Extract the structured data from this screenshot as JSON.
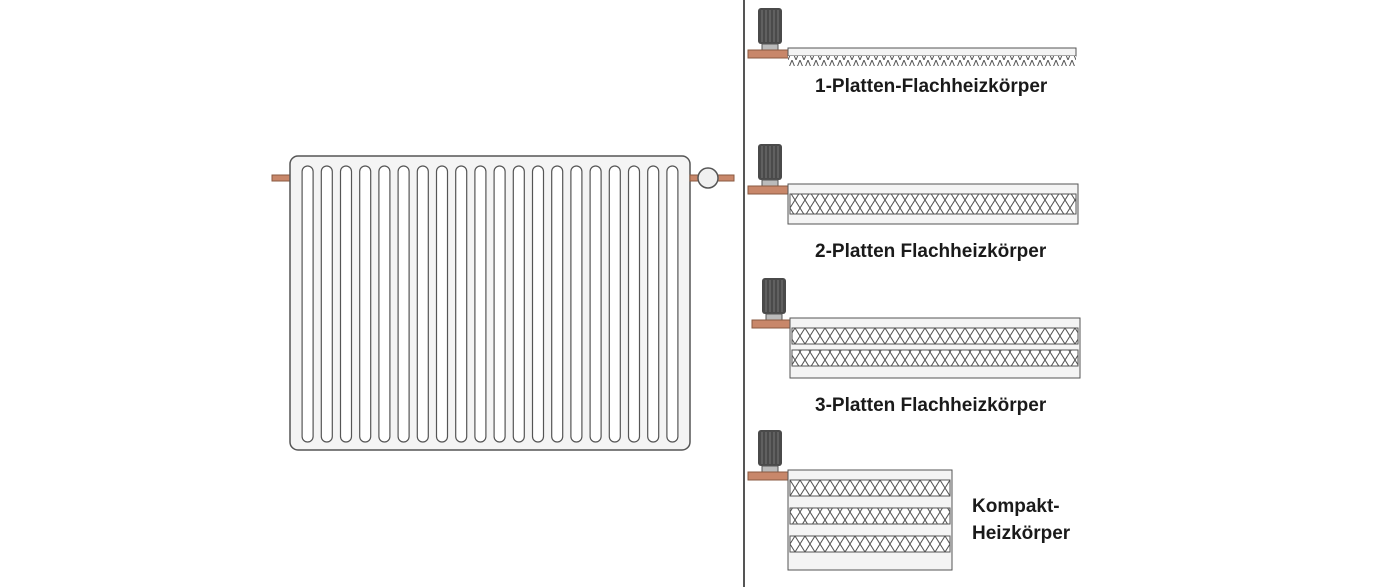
{
  "labels": {
    "one_panel": "1-Platten-Flachheizkörper",
    "two_panel": "2-Platten Flachheizkörper",
    "three_panel": "3-Platten Flachheizkörper",
    "compact_line1": "Kompakt-",
    "compact_line2": "Heizkörper"
  },
  "colors": {
    "outline": "#555555",
    "radiator_fill": "#f4f4f4",
    "copper_pipe": "#c8876a",
    "valve_dark": "#4a4a4a",
    "divider": "#555555"
  },
  "column_radiator": {
    "section_count": 20
  },
  "panel_radiators": [
    {
      "name": "1-panel",
      "panel_count": 1
    },
    {
      "name": "2-panel",
      "panel_count": 2
    },
    {
      "name": "3-panel",
      "panel_count": 3
    },
    {
      "name": "compact",
      "panel_count": 3
    }
  ]
}
